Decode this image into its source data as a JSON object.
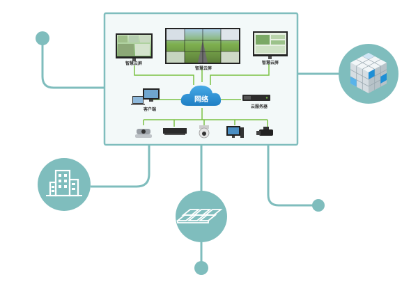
{
  "diagram": {
    "labels": {
      "left_screen": "智慧云屏",
      "center_screen": "智慧云屏",
      "right_screen": "智慧云屏",
      "client": "客户端",
      "cloud": "网络",
      "server": "云服务器"
    },
    "icons": {
      "top_left_dot": "dot",
      "cube": "cube-icon",
      "building": "building-icon",
      "panels": "panels-icon",
      "bottom_dot": "dot",
      "right_dot": "dot"
    },
    "devices": [
      "conference-camera",
      "media-box",
      "dome-camera",
      "desktop-pc",
      "video-camera"
    ],
    "colors": {
      "teal": "#7fbdbd",
      "teal_dark": "#5aa5a5",
      "panel_border": "#7fbdbd",
      "panel_fill": "#f3f9f9",
      "green_line": "#7ac143",
      "cloud": "#2b8fd3"
    }
  }
}
